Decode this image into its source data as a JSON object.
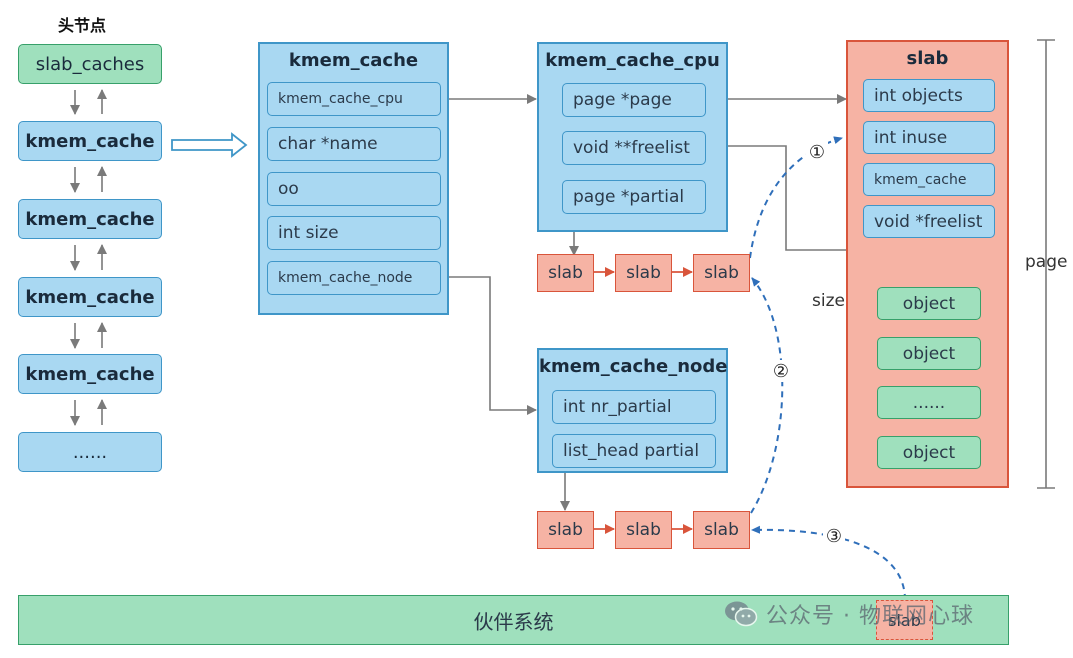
{
  "list": {
    "header": "头节点",
    "nodes": [
      "slab_caches",
      "kmem_cache",
      "kmem_cache",
      "kmem_cache",
      "kmem_cache",
      "......"
    ]
  },
  "kmem_cache": {
    "title": "kmem_cache",
    "fields": [
      "kmem_cache_cpu",
      "char *name",
      "oo",
      "int size",
      "kmem_cache_node"
    ]
  },
  "kmem_cache_cpu": {
    "title": "kmem_cache_cpu",
    "fields": [
      "page *page",
      "void **freelist",
      "page *partial"
    ]
  },
  "kmem_cache_node": {
    "title": "kmem_cache_node",
    "fields": [
      "int nr_partial",
      "list_head partial"
    ]
  },
  "slab_struct": {
    "title": "slab",
    "fields": [
      "int objects",
      "int inuse",
      "kmem_cache",
      "void *freelist"
    ],
    "objects": [
      "object",
      "object",
      "......",
      "object"
    ],
    "size_label": "size",
    "page_label": "page"
  },
  "slab_label": "slab",
  "steps": [
    "①",
    "②",
    "③"
  ],
  "buddy": {
    "label": "伙伴系统",
    "slab": "slab"
  },
  "watermark": "公众号 · 物联网心球"
}
